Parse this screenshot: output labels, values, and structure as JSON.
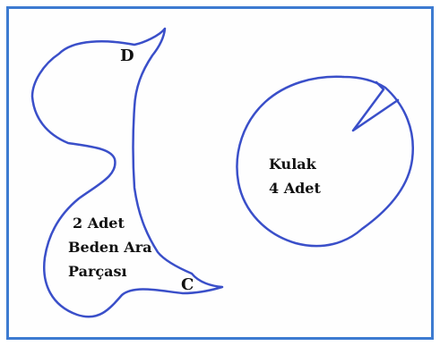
{
  "pattern": {
    "body_piece": {
      "point_top": "D",
      "point_bottom": "C",
      "label_line1": "2 Adet",
      "label_line2": "Beden Ara",
      "label_line3": "Parçası"
    },
    "ear_piece": {
      "label_line1": "Kulak",
      "label_line2": "4 Adet"
    },
    "colors": {
      "outline": "#3a4fc9",
      "frame": "#3d7bd1",
      "text": "#111111"
    }
  }
}
